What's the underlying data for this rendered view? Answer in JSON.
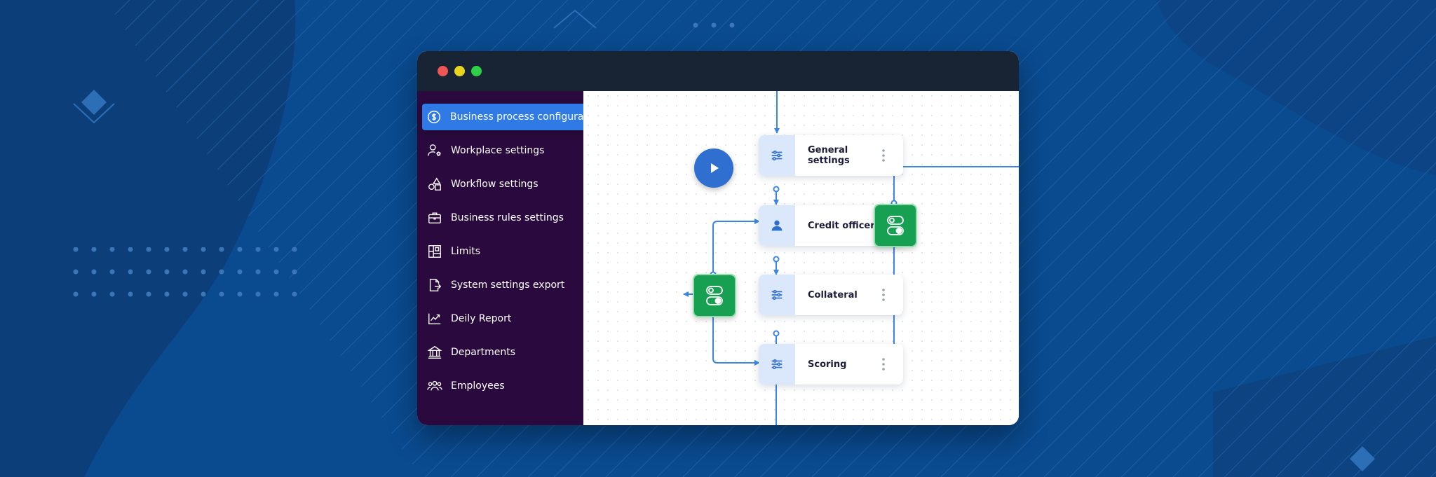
{
  "window": {
    "controls": [
      "close",
      "minimize",
      "maximize"
    ]
  },
  "sidebar": {
    "items": [
      {
        "label": "Business process configurator",
        "icon": "dollar-circle-icon",
        "active": true
      },
      {
        "label": "Workplace settings",
        "icon": "user-gear-icon"
      },
      {
        "label": "Workflow settings",
        "icon": "shapes-icon"
      },
      {
        "label": "Business rules settings",
        "icon": "briefcase-icon"
      },
      {
        "label": "Limits",
        "icon": "layout-icon"
      },
      {
        "label": "System settings export",
        "icon": "file-export-icon"
      },
      {
        "label": "Deily Report",
        "icon": "chart-icon"
      },
      {
        "label": "Departments",
        "icon": "bank-icon"
      },
      {
        "label": "Employees",
        "icon": "users-icon"
      }
    ]
  },
  "flow": {
    "nodes": [
      {
        "label": "General settings",
        "icon": "sliders-icon"
      },
      {
        "label": "Credit officer",
        "icon": "person-icon"
      },
      {
        "label": "Collateral",
        "icon": "sliders-icon"
      },
      {
        "label": "Scoring",
        "icon": "sliders-icon"
      }
    ],
    "start": {
      "icon": "play-icon"
    },
    "gateways": [
      {
        "icon": "toggle-icon"
      },
      {
        "icon": "toggle-icon"
      }
    ]
  },
  "colors": {
    "background": "#0a4a8f",
    "sidebar": "#2a0a3e",
    "accent": "#2f7ae5",
    "gateway": "#17a052",
    "connector": "#3a86e6"
  }
}
